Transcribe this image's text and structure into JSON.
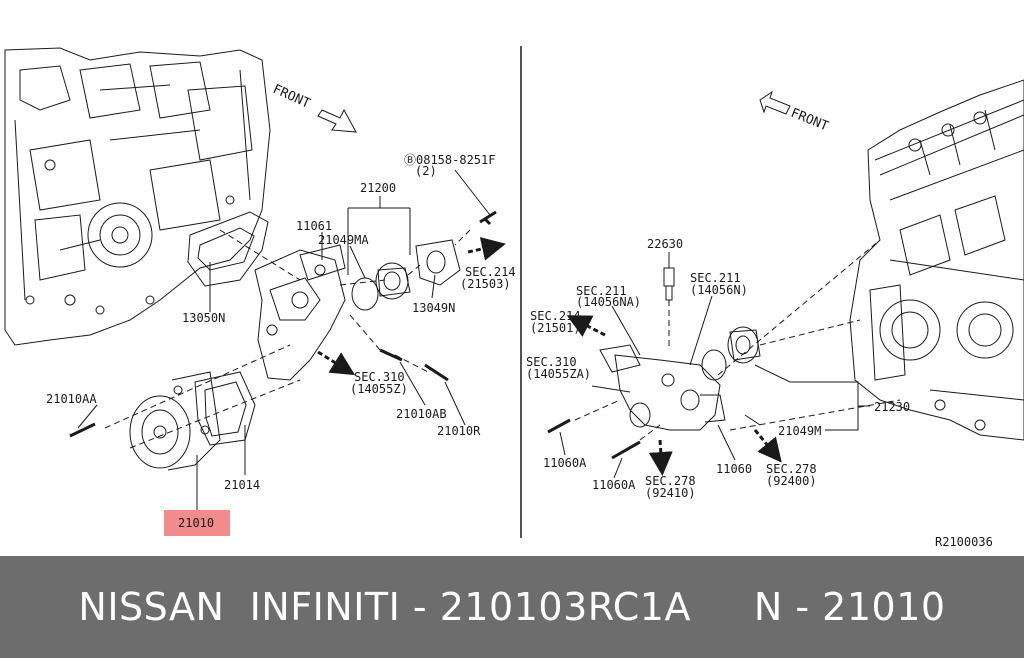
{
  "colors": {
    "caption_background": "#6d6d6d",
    "caption_text": "#ffffff",
    "highlight": "#f28b8b",
    "line_art": "#1a1a1a"
  },
  "left_panel": {
    "front_label": "FRONT",
    "labels": {
      "bolt_08158": "Ⓑ08158-8251F",
      "bolt_08158_qty": "(2)",
      "p21200": "21200",
      "p11061": "11061",
      "p21049MA": "21049MA",
      "sec214": "SEC.214",
      "sec214_ref": "(21503)",
      "p13050N": "13050N",
      "p13049N": "13049N",
      "sec310": "SEC.310",
      "sec310_ref": "(14055Z)",
      "p21010AA": "21010AA",
      "p21010AB": "21010AB",
      "p21010R": "21010R",
      "p21014": "21014",
      "p21010": "21010"
    }
  },
  "right_panel": {
    "front_label": "FRONT",
    "labels": {
      "p22630": "22630",
      "sec211a": "SEC.211",
      "sec211a_ref": "(14056NA)",
      "sec211b": "SEC.211",
      "sec211b_ref": "(14056N)",
      "sec214": "SEC.214",
      "sec214_ref": "(21501)",
      "sec310": "SEC.310",
      "sec310_ref": "(14055ZA)",
      "p21230": "21230",
      "p21049M": "21049M",
      "p11060A_1": "11060A",
      "p11060A_2": "11060A",
      "p11060": "11060",
      "sec278a": "SEC.278",
      "sec278a_ref": "(92410)",
      "sec278b": "SEC.278",
      "sec278b_ref": "(92400)"
    }
  },
  "diagram_code": "R2100036",
  "caption": "NISSAN  INFINITI - 210103RC1A     N - 21010"
}
